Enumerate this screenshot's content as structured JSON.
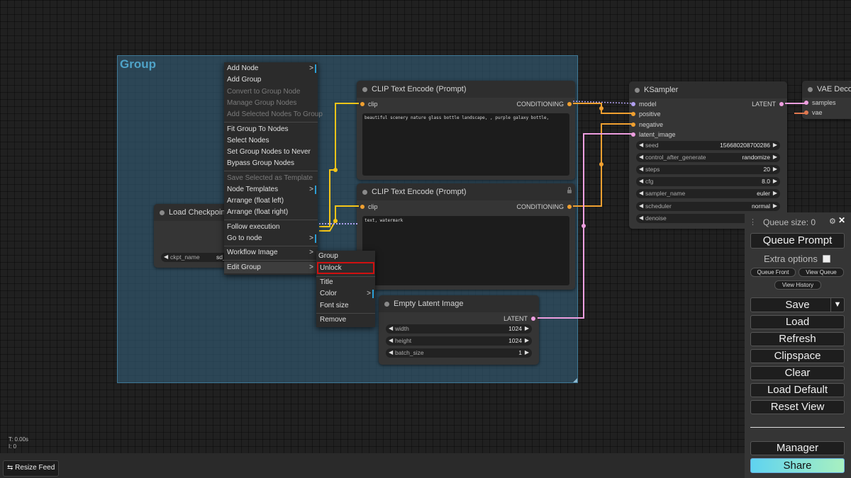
{
  "group": {
    "title": "Group"
  },
  "nodes": {
    "load_checkpoint": {
      "title": "Load Checkpoint",
      "widget_label": "ckpt_name",
      "widget_value": "sd_x"
    },
    "clip_top": {
      "title": "CLIP Text Encode (Prompt)",
      "input": "clip",
      "output": "CONDITIONING",
      "text": "beautiful scenery nature glass bottle landscape, , purple galaxy bottle,"
    },
    "clip_bottom": {
      "title": "CLIP Text Encode (Prompt)",
      "input": "clip",
      "output": "CONDITIONING",
      "text": "text, watermark"
    },
    "empty_latent": {
      "title": "Empty Latent Image",
      "output": "LATENT",
      "widgets": [
        {
          "label": "width",
          "value": "1024"
        },
        {
          "label": "height",
          "value": "1024"
        },
        {
          "label": "batch_size",
          "value": "1"
        }
      ]
    },
    "ksampler": {
      "title": "KSampler",
      "inputs": [
        "model",
        "positive",
        "negative",
        "latent_image"
      ],
      "output": "LATENT",
      "widgets": [
        {
          "label": "seed",
          "value": "156680208700286"
        },
        {
          "label": "control_after_generate",
          "value": "randomize"
        },
        {
          "label": "steps",
          "value": "20"
        },
        {
          "label": "cfg",
          "value": "8.0"
        },
        {
          "label": "sampler_name",
          "value": "euler"
        },
        {
          "label": "scheduler",
          "value": "normal"
        },
        {
          "label": "denoise",
          "value": ""
        }
      ]
    },
    "vae_decode": {
      "title": "VAE Deco",
      "inputs": [
        "samples",
        "vae"
      ]
    }
  },
  "context_menu": {
    "items": [
      {
        "label": "Add Node",
        "sub": ">"
      },
      {
        "label": "Add Group"
      },
      {
        "label": "Convert to Group Node"
      },
      {
        "label": "Manage Group Nodes"
      },
      {
        "label": "Add Selected Nodes To Group"
      },
      {
        "label": "Fit Group To Nodes"
      },
      {
        "label": "Select Nodes"
      },
      {
        "label": "Set Group Nodes to Never"
      },
      {
        "label": "Bypass Group Nodes"
      },
      {
        "label": "Save Selected as Template"
      },
      {
        "label": "Node Templates",
        "sub": ">"
      },
      {
        "label": "Arrange (float left)"
      },
      {
        "label": "Arrange (float right)"
      },
      {
        "label": "Follow execution"
      },
      {
        "label": "Go to node",
        "sub": ">"
      },
      {
        "label": "Workflow Image",
        "sub": ">"
      },
      {
        "label": "Edit Group",
        "sub": ">"
      }
    ]
  },
  "submenu": {
    "header": "Group",
    "items": [
      "Unlock",
      "Title",
      "Color",
      "Font size",
      "Remove"
    ],
    "color_sub": ">"
  },
  "queue_panel": {
    "queue_size": "Queue size: 0",
    "queue_prompt": "Queue Prompt",
    "extra_options": "Extra options",
    "queue_front": "Queue Front",
    "view_queue": "View Queue",
    "view_history": "View History",
    "save": "Save",
    "save_arrow": "▼",
    "load": "Load",
    "refresh": "Refresh",
    "clipspace": "Clipspace",
    "clear": "Clear",
    "load_default": "Load Default",
    "reset_view": "Reset View",
    "manager": "Manager",
    "share": "Share"
  },
  "stats": {
    "t": "T: 0.00s",
    "i": "I: 0"
  },
  "resize_feed": "Resize Feed",
  "colors": {
    "accent": "#2aa0d8",
    "share_gradient_start": "#5fd3f0",
    "share_gradient_end": "#a8f0c0",
    "highlight": "#d01010"
  }
}
